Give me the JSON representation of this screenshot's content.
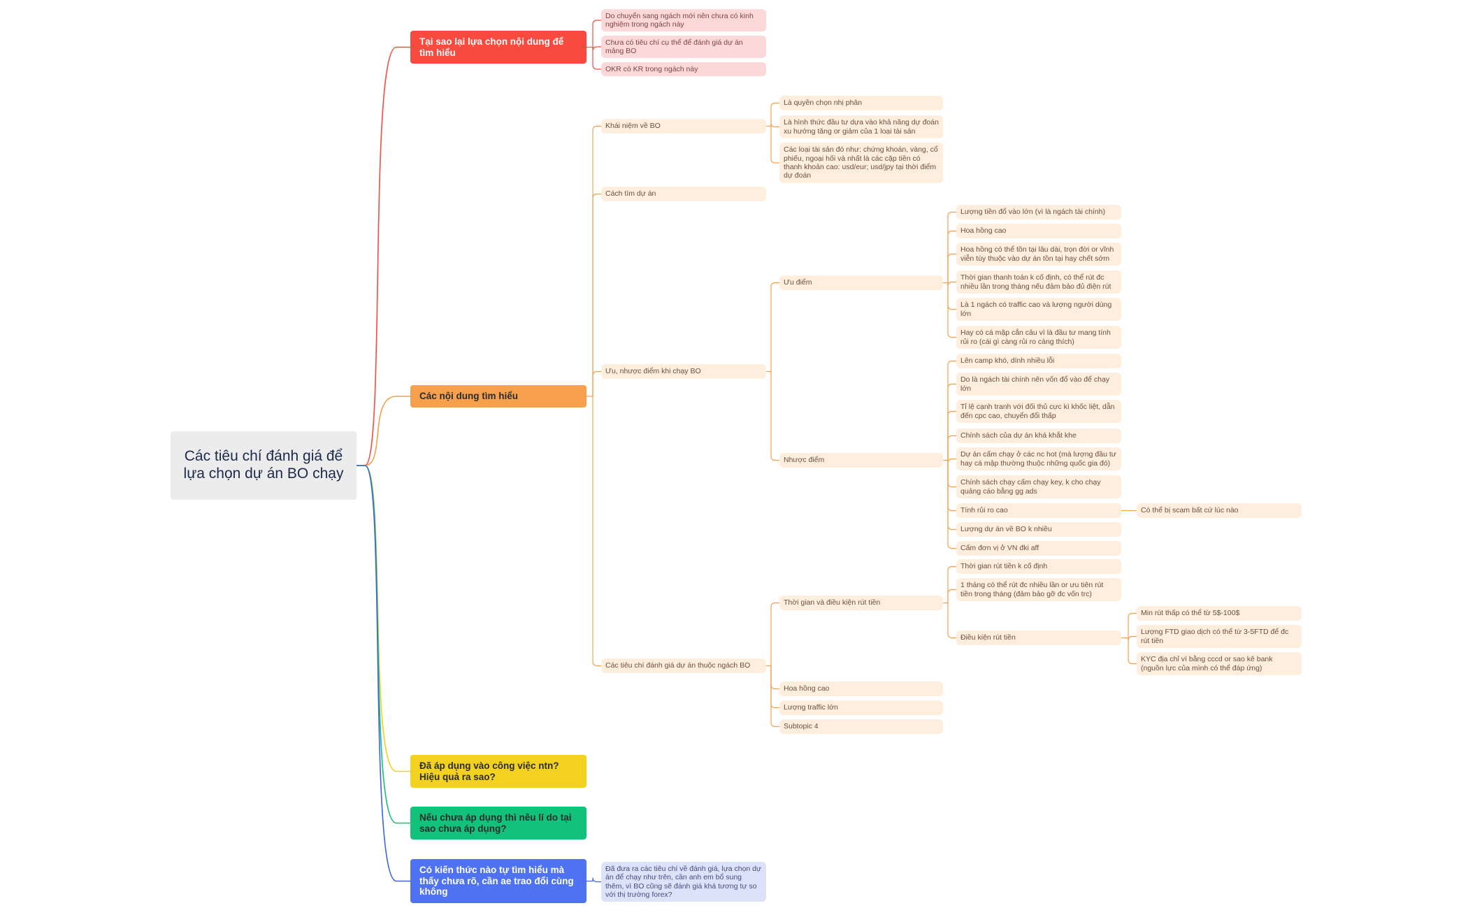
{
  "root": {
    "title": "Các tiêu chí đánh giá để lựa chọn dự án BO chạy"
  },
  "colors": {
    "red": "#f84a3f",
    "orange": "#f6a04d",
    "yellow": "#f2d21e",
    "green": "#12c17a",
    "blue": "#4f72f2",
    "blue_line": "#3d63e6",
    "peach": "#fdeedd",
    "pink": "#fdd8d8",
    "lavender": "#dde2fb"
  },
  "branch_why": {
    "label": "Tại sao lại lựa chọn nội dung để tìm hiểu",
    "items": [
      "Do chuyển sang ngách mới nên chưa có kinh nghiệm trong ngách này",
      "Chưa có tiêu chí cụ thể để đánh giá dự án mảng BO",
      "OKR có KR trong ngách này"
    ]
  },
  "branch_content": {
    "label": "Các nội dung tìm hiểu",
    "concept": {
      "label": "Khái niệm về BO",
      "items": [
        "Là quyền chọn nhị phân",
        "Là hình thức đầu tư dựa vào khả năng dự đoán xu hướng tăng or giảm của 1 loại tài sản",
        "Các loại tài sản đó như: chứng khoán, vàng, cổ phiếu, ngoại hối và nhất là các cặp tiền có thanh khoản cao: usd/eur; usd/jpy tại thời điểm dự đoán"
      ]
    },
    "find": {
      "label": "Cách tìm dự án"
    },
    "proscons": {
      "label": "Ưu, nhược điểm khi chạy BO",
      "pros": {
        "label": "Ưu điểm",
        "items": [
          "Lượng tiền đổ vào lớn (vì là ngách tài chính)",
          "Hoa hồng cao",
          "Hoa hồng có thể tồn tại lâu dài, trọn đời or vĩnh viễn tùy thuộc vào dự án tồn tại hay chết sớm",
          "Thời gian thanh toán k cố định, có thể rút đc nhiều lần trong tháng nếu đảm bảo đủ điện rút",
          "Là 1 ngách có traffic cao và lượng người dùng lớn",
          "Hay có cá mập cắn câu vì là đầu tư mang tính rủi ro (cái gì càng rủi ro càng thích)"
        ]
      },
      "cons": {
        "label": "Nhược điểm",
        "items": [
          "Lên camp khó, dính nhiều lỗi",
          "Do là ngách tài chính nên vốn đổ vào để chạy lớn",
          "Tỉ lệ cạnh tranh với đối thủ cực kì khốc liệt, dẫn đến cpc cao, chuyển đổi thấp",
          "Chính sách của dự án khá khắt khe",
          "Dự án cấm chạy ở các nc hot (mà lượng đầu tư hay cá mập thường thuộc những quốc gia đó)",
          "Chính sách chạy cấm chạy key, k cho chạy quảng cáo bằng gg ads",
          "Tính rủi ro cao",
          "Lượng dự án về BO k nhiều",
          "Cấm đơn vị ở VN đki aff"
        ],
        "risk_note": "Có thể bị scam bất cứ lúc nào"
      }
    },
    "criteria": {
      "label": "Các tiêu chí đánh giá dự án thuộc ngách BO",
      "withdraw": {
        "label": "Thời gian và điều kiện rút tiền",
        "items": [
          "Thời gian rút tiền k cố định",
          "1 tháng có thể rút đc nhiều lần or ưu tiên rút tiền trong tháng (đảm bảo gỡ đc vốn trc)"
        ],
        "conditions": {
          "label": "Điều kiện rút tiền",
          "items": [
            "Min rút thấp có thể từ 5$-100$",
            "Lượng FTD giao dịch có thể từ 3-5FTD để đc rút tiền",
            "KYC địa chỉ ví bằng cccd or sao kê bank (nguồn lực của mình có thể đáp ứng)"
          ]
        }
      },
      "others": [
        "Hoa hồng cao",
        "Lượng traffic lớn",
        "Subtopic 4"
      ]
    }
  },
  "branch_applied": {
    "label": "Đã áp dụng vào công việc ntn? Hiệu quả ra sao?"
  },
  "branch_not_applied": {
    "label": "Nếu chưa áp dụng thì nêu lí do tại sao chưa áp dụng?"
  },
  "branch_unclear": {
    "label": "Có kiến thức nào tự tìm hiểu mà thấy chưa rõ, cần ae trao đổi cùng không",
    "note": "Đã đưa ra các tiêu chí về đánh giá, lựa chọn dự án để chạy như trên, cần anh em bổ sung thêm, vì BO cũng sẽ đánh giá khá tương tự so với thị trường forex?"
  }
}
